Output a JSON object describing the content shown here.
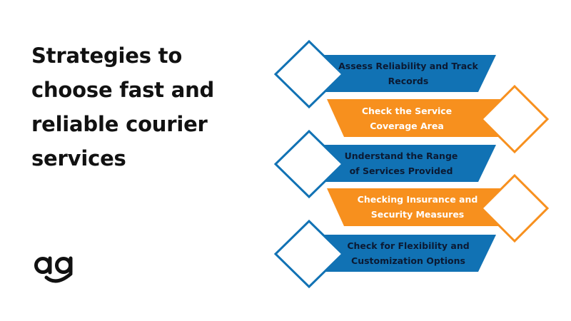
{
  "title": {
    "lines": [
      "Strategies to",
      "choose fast and",
      "reliable courier",
      "services"
    ]
  },
  "colors": {
    "blue": "#1172b4",
    "orange": "#f7901e",
    "text_dark": "#0b1a33",
    "text_light": "#ffffff"
  },
  "logo": {
    "text": "ag",
    "icon": "smile-logo-icon"
  },
  "steps": [
    {
      "color": "blue",
      "side": "left",
      "lines": [
        "Assess Reliability and Track",
        "Records"
      ]
    },
    {
      "color": "orange",
      "side": "right",
      "lines": [
        "Check the Service",
        "Coverage Area"
      ]
    },
    {
      "color": "blue",
      "side": "left",
      "lines": [
        "Understand the Range",
        "of Services Provided"
      ]
    },
    {
      "color": "orange",
      "side": "right",
      "lines": [
        "Checking Insurance and",
        "Security Measures"
      ]
    },
    {
      "color": "blue",
      "side": "left",
      "lines": [
        "Check for Flexibility and",
        "Customization Options"
      ]
    }
  ]
}
